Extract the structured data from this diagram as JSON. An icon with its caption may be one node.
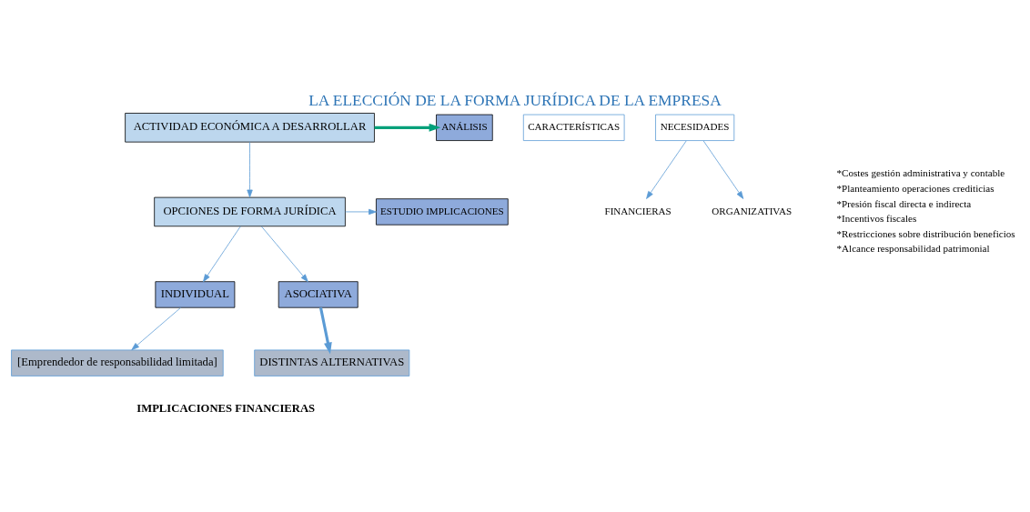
{
  "diagram": {
    "title": "LA ELECCIÓN DE LA FORMA JURÍDICA DE LA EMPRESA",
    "nodes": [
      {
        "text": [
          "ACTIVIDAD ECONÓMICA A DESARROLLAR"
        ]
      },
      {
        "text": [
          "ANÁLISIS"
        ]
      },
      {
        "text": [
          "CARACTERÍSTICAS"
        ]
      },
      {
        "text": [
          "NECESIDADES"
        ]
      },
      {
        "text": [
          "FINANCIERAS"
        ]
      },
      {
        "text": [
          "ORGANIZATIVAS"
        ]
      },
      {
        "text": [
          "OPCIONES DE FORMA JURÍDICA"
        ]
      },
      {
        "text": [
          "ESTUDIO IMPLICACIONES"
        ]
      },
      {
        "text": [
          "INDIVIDUAL"
        ]
      },
      {
        "text": [
          "ASOCIATIVA"
        ]
      },
      {
        "text": [
          "[Emprendedor de responsabilidad limitada]"
        ]
      },
      {
        "text": [
          "DISTINTAS ALTERNATIVAS"
        ]
      }
    ],
    "edges": [
      {
        "from": 0,
        "to": 1,
        "arrow": "to",
        "style": "thick",
        "color": "#00a07a"
      },
      {
        "from": 3,
        "to": 4,
        "arrow": "to"
      },
      {
        "from": 3,
        "to": 5,
        "arrow": "to"
      },
      {
        "from": 0,
        "to": 6,
        "arrow": "to"
      },
      {
        "from": 6,
        "to": 7,
        "arrow": "to"
      },
      {
        "from": 6,
        "to": 8,
        "arrow": "to"
      },
      {
        "from": 6,
        "to": 9,
        "arrow": "to"
      },
      {
        "from": 8,
        "to": 10,
        "arrow": "to"
      },
      {
        "from": 9,
        "to": 11,
        "arrow": "to",
        "style": "thick"
      }
    ],
    "labels": [
      "*Costes gestión administrativa y contable",
      "*Planteamiento operaciones crediticias",
      "*Presión fiscal directa e indirecta",
      "*Incentivos fiscales",
      "*Restricciones sobre distribución beneficios",
      "*Alcance responsabilidad patrimonial",
      "IMPLICACIONES FINANCIERAS"
    ]
  }
}
